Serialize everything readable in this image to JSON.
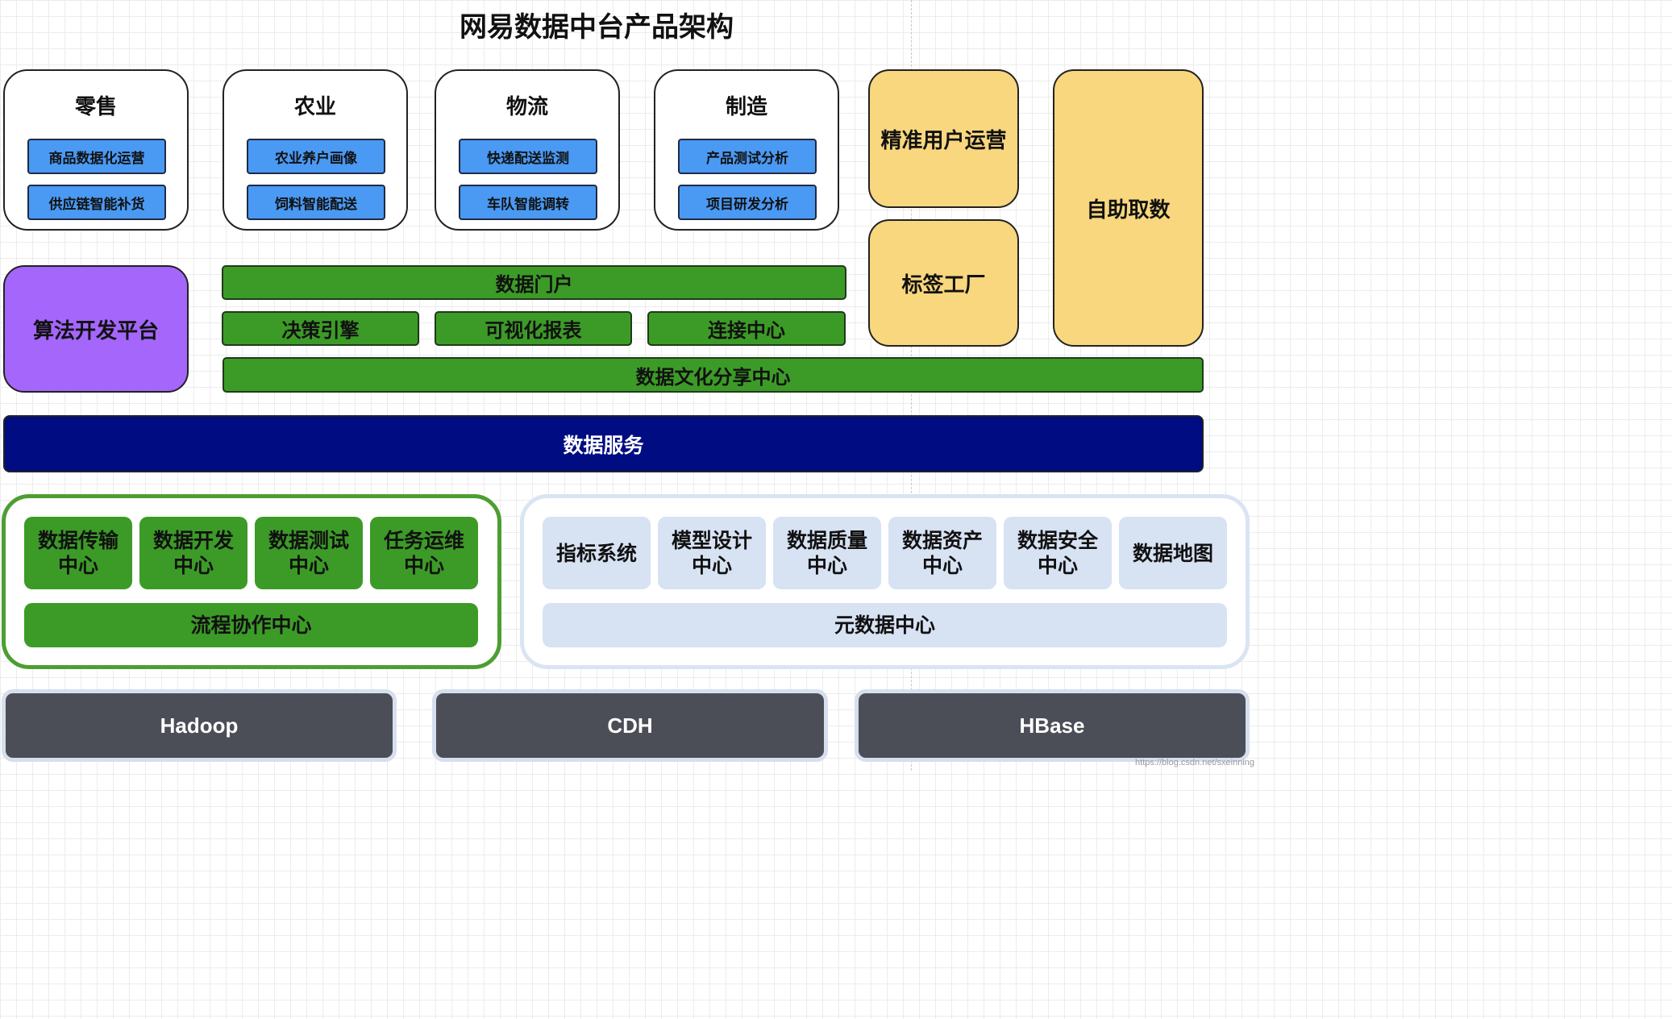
{
  "title": "网易数据中台产品架构",
  "industries": [
    {
      "name": "零售",
      "items": [
        "商品数据化运营",
        "供应链智能补货"
      ]
    },
    {
      "name": "农业",
      "items": [
        "农业养户画像",
        "饲料智能配送"
      ]
    },
    {
      "name": "物流",
      "items": [
        "快递配送监测",
        "车队智能调转"
      ]
    },
    {
      "name": "制造",
      "items": [
        "产品测试分析",
        "项目研发分析"
      ]
    }
  ],
  "user_ops": "精准用户运营",
  "tag_factory": "标签工厂",
  "self_service": "自助取数",
  "algo_platform": "算法开发平台",
  "data_portal": "数据门户",
  "tools": [
    "决策引擎",
    "可视化报表",
    "连接中心"
  ],
  "culture_center": "数据文化分享中心",
  "data_service": "数据服务",
  "dev_centers": {
    "tiles": [
      [
        "数据传输",
        "中心"
      ],
      [
        "数据开发",
        "中心"
      ],
      [
        "数据测试",
        "中心"
      ],
      [
        "任务运维",
        "中心"
      ]
    ],
    "footer": "流程协作中心"
  },
  "meta_centers": {
    "tiles": [
      [
        "指标系统",
        ""
      ],
      [
        "模型设计",
        "中心"
      ],
      [
        "数据质量",
        "中心"
      ],
      [
        "数据资产",
        "中心"
      ],
      [
        "数据安全",
        "中心"
      ],
      [
        "数据地图",
        ""
      ]
    ],
    "footer": "元数据中心"
  },
  "infra": [
    "Hadoop",
    "CDH",
    "HBase"
  ],
  "watermark": "https://blog.csdn.net/sxeinning",
  "colors": {
    "industry_item": "#4a99f3",
    "yellow": "#f8d77e",
    "purple": "#a466fb",
    "green": "#3c9b27",
    "service": "#000c82",
    "light_blue": "#d7e2f3",
    "infra": "#4b4e56"
  }
}
